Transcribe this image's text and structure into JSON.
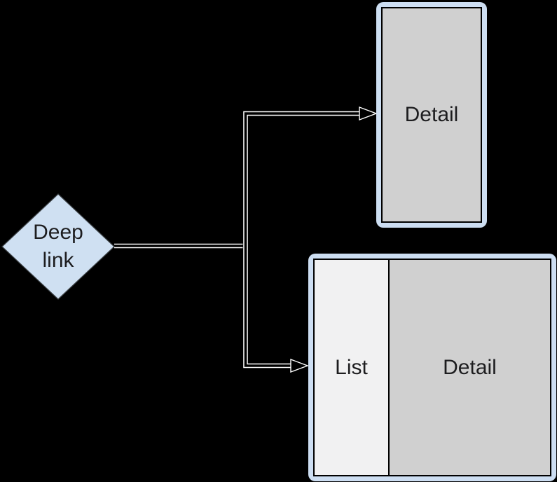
{
  "diagram": {
    "deep_link": {
      "label": "Deep link"
    },
    "detail_screen": {
      "label": "Detail"
    },
    "list_detail_screen": {
      "list_label": "List",
      "detail_label": "Detail"
    }
  },
  "colors": {
    "bg": "#000000",
    "node_fill": "#cfe0f2",
    "frame_blue": "#cddef2",
    "screen_gray": "#d0d0d0",
    "list_gray": "#f1f1f2",
    "arrow_casing": "#ffffff",
    "arrow_core": "#000000",
    "ink": "#000000",
    "text": "#1d1d1f"
  }
}
